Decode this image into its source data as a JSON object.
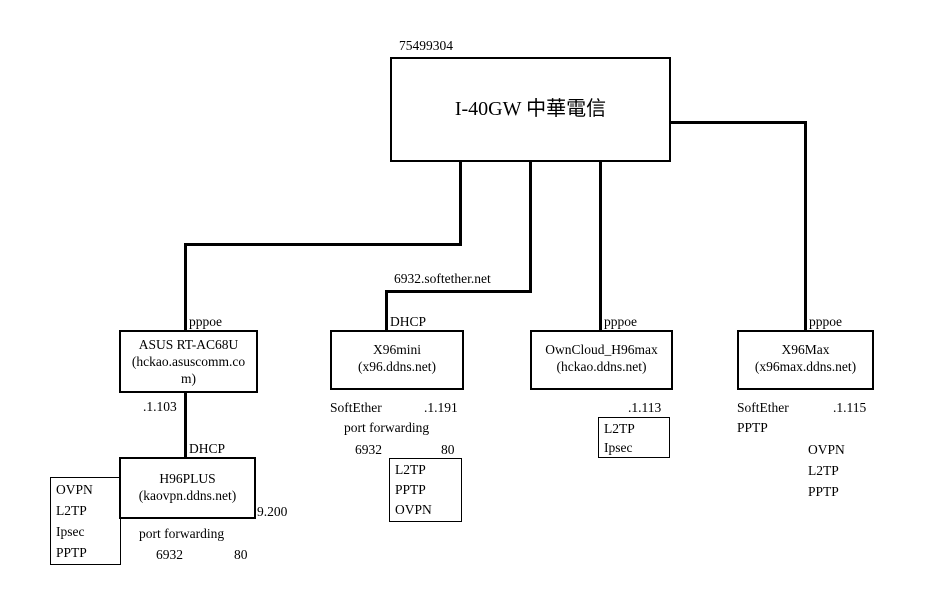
{
  "root": {
    "code": "75499304",
    "title": "I-40GW 中華電信"
  },
  "connections": {
    "softether_domain": "6932.softether.net",
    "asus_conn": "pppoe",
    "x96mini_conn": "DHCP",
    "owncloud_conn": "pppoe",
    "x96max_conn": "pppoe",
    "h96plus_conn": "DHCP"
  },
  "asus": {
    "lines": [
      "ASUS RT-AC68U",
      "(hckao.asuscomm.co",
      "m)"
    ],
    "ip": ".1.103"
  },
  "x96mini": {
    "lines": [
      "X96mini",
      "(x96.ddns.net)"
    ],
    "service": "SoftEther",
    "ip": ".1.191",
    "port_forwarding": {
      "title": "port forwarding",
      "external": "6932",
      "internal": "80"
    },
    "protocols": [
      "L2TP",
      "PPTP",
      "OVPN"
    ]
  },
  "owncloud": {
    "lines": [
      "OwnCloud_H96max",
      "(hckao.ddns.net)"
    ],
    "ip": ".1.113",
    "protocols": [
      "L2TP",
      "Ipsec"
    ]
  },
  "x96max": {
    "lines": [
      "X96Max",
      "(x96max.ddns.net)"
    ],
    "service": "SoftEther",
    "ip": ".1.115",
    "service2": "PPTP",
    "protocols": [
      "OVPN",
      "L2TP",
      "PPTP"
    ]
  },
  "h96plus": {
    "lines": [
      "H96PLUS",
      "(kaovpn.ddns.net)"
    ],
    "ip_suffix": "9.200",
    "port_forwarding": {
      "title": "port forwarding",
      "external": "6932",
      "internal": "80"
    },
    "protocols": [
      "OVPN",
      "L2TP",
      "Ipsec",
      "PPTP"
    ]
  }
}
